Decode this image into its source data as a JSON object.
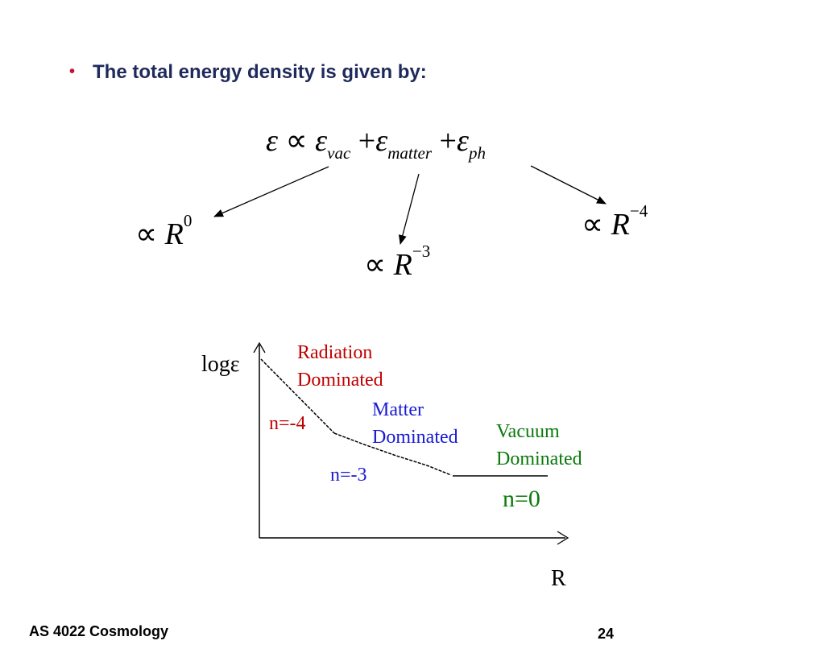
{
  "bullet": {
    "symbol": "•",
    "text": "The total energy density is given by:"
  },
  "equation": {
    "epsilon": "ε",
    "proportional": "∝",
    "plus": "+",
    "sub_vac": "vac",
    "sub_matter": "matter",
    "sub_ph": "ph"
  },
  "proportionalities": {
    "vac": {
      "symbol": "∝",
      "base": "R",
      "exponent": "0"
    },
    "matter": {
      "symbol": "∝",
      "base": "R",
      "exponent": "−3"
    },
    "ph": {
      "symbol": "∝",
      "base": "R",
      "exponent": "−4"
    }
  },
  "graph": {
    "y_label": "logε",
    "x_label": "R",
    "regions": {
      "radiation": {
        "line1": "Radiation",
        "line2": "Dominated",
        "slope": "n=-4",
        "color": "#c00000"
      },
      "matter": {
        "line1": "Matter",
        "line2": "Dominated",
        "slope": "n=-3",
        "color": "#1a1ad6"
      },
      "vacuum": {
        "line1": "Vacuum",
        "line2": "Dominated",
        "slope": "n=0",
        "color": "#0a7a0a"
      }
    }
  },
  "footer": {
    "course": "AS 4022 Cosmology",
    "page": "24"
  }
}
